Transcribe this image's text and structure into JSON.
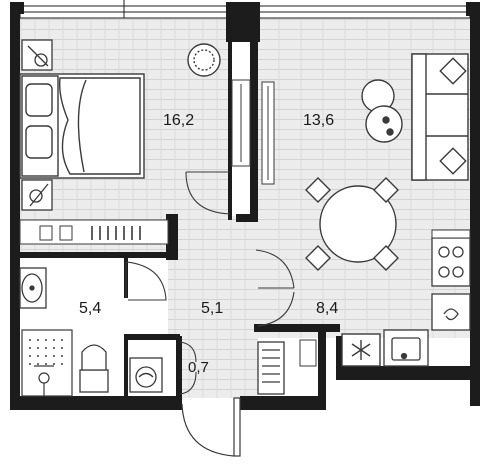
{
  "plan": {
    "rooms": [
      {
        "id": "bedroom",
        "area": "16,2"
      },
      {
        "id": "living-room",
        "area": "13,6"
      },
      {
        "id": "bathroom",
        "area": "5,4"
      },
      {
        "id": "hallway",
        "area": "5,1"
      },
      {
        "id": "kitchen",
        "area": "8,4"
      },
      {
        "id": "closet",
        "area": "0,7"
      }
    ],
    "colors": {
      "wall": "#1c1c1c",
      "floor": "#ececec",
      "floor_line": "#d4d4d4",
      "tile": "#ffffff",
      "furniture": "#3a3a3a"
    },
    "icons": [
      "bed-icon",
      "nightstand-lamp-icon",
      "armchair-icon",
      "sofa-icon",
      "dining-table-icon",
      "chair-icon",
      "stove-icon",
      "sink-icon",
      "washing-machine-icon",
      "toilet-icon",
      "shower-icon",
      "radiator-icon",
      "snowflake-icon",
      "wardrobe-icon",
      "door-icon"
    ]
  }
}
